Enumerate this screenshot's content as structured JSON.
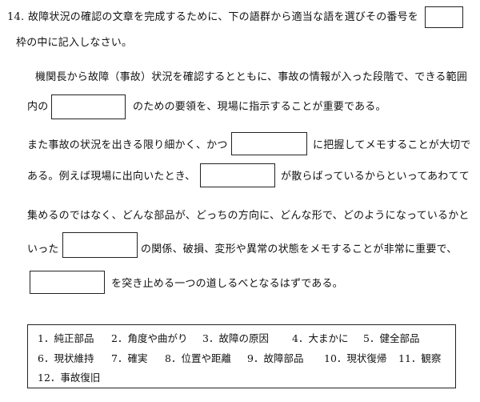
{
  "question": {
    "number": "14.",
    "instruction_1": "故障状況の確認の文章を完成するために、下の語群から適当な語を選びその番号を",
    "instruction_2": "枠の中に記入しなさい。"
  },
  "passage": {
    "l1": "機関長から故障（事故）状況を確認するとともに、事故の情報が入った段階で、できる範囲",
    "l2_a": "内の",
    "l2_b": "のための要領を、現場に指示することが重要である。",
    "l3_a": "また事故の状況を出きる限り細かく、かつ",
    "l3_b": "に把握してメモすることが大切で",
    "l4_a": "ある。例えば現場に出向いたとき、",
    "l4_b": "が散らばっているからといってあわてて",
    "l5": "集めるのではなく、どんな部品が、どっちの方向に、どんな形で、どのようになっているかと",
    "l6_a": "いった",
    "l6_b": "の関係、破損、変形や異常の状態をメモすることが非常に重要で、",
    "l7": "を突き止める一つの道しるべとなるはずである。"
  },
  "choices": {
    "c1": "1．純正部品",
    "c2": "2．角度や曲がり",
    "c3": "3．故障の原因",
    "c4": "4．大まかに",
    "c5": "5．健全部品",
    "c6": "6．現状維持",
    "c7": "7．確実",
    "c8": "8．位置や距離",
    "c9": "9．故障部品",
    "c10": "10．現状復帰",
    "c11": "11．観察",
    "c12": "12．事故復旧"
  }
}
